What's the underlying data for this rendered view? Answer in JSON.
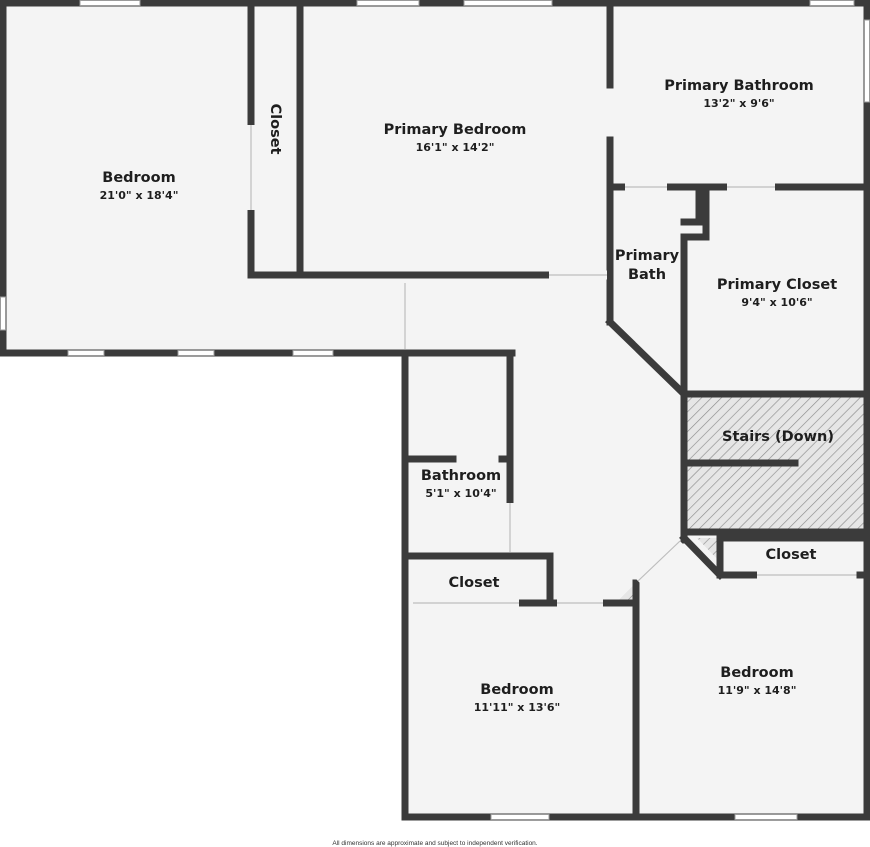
{
  "rooms": {
    "bedroom_left": {
      "name": "Bedroom",
      "dims": "21'0\" x 18'4\""
    },
    "closet_left": {
      "name": "Closet"
    },
    "primary_bedroom": {
      "name": "Primary Bedroom",
      "dims": "16'1\" x 14'2\""
    },
    "primary_bathroom": {
      "name": "Primary Bathroom",
      "dims": "13'2\" x 9'6\""
    },
    "primary_bath": {
      "name_line1": "Primary",
      "name_line2": "Bath"
    },
    "primary_closet": {
      "name": "Primary Closet",
      "dims": "9'4\" x 10'6\""
    },
    "stairs": {
      "name": "Stairs (Down)"
    },
    "bathroom": {
      "name": "Bathroom",
      "dims": "5'1\" x 10'4\""
    },
    "closet_hall": {
      "name": "Closet"
    },
    "closet_right": {
      "name": "Closet"
    },
    "bedroom_bottom_center": {
      "name": "Bedroom",
      "dims": "11'11\" x 13'6\""
    },
    "bedroom_bottom_right": {
      "name": "Bedroom",
      "dims": "11'9\" x 14'8\""
    }
  },
  "disclaimer": "All dimensions are approximate and subject to independent verification.",
  "colors": {
    "wall": "#3b3b3b",
    "floor": "#f4f4f4",
    "stairs_hatch": "#8c8c8c"
  }
}
